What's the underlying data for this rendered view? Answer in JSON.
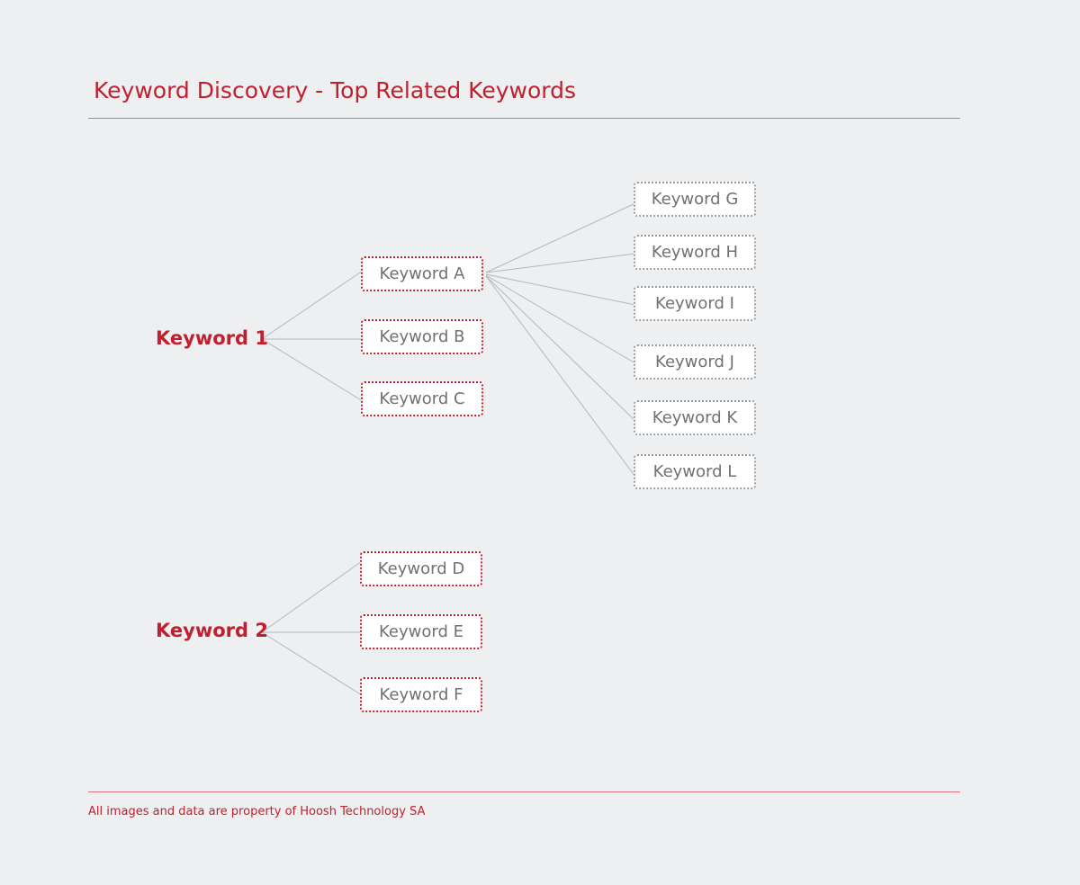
{
  "title": "Keyword Discovery - Top Related Keywords",
  "footer": "All images and data are property of Hoosh Technology SA",
  "colors": {
    "accent": "#c0202e",
    "background": "#eeeff1",
    "connector": "#b4b6b9",
    "box_text": "#6f7174"
  },
  "roots": [
    {
      "label": "Keyword 1",
      "children": [
        "Keyword A",
        "Keyword B",
        "Keyword C"
      ]
    },
    {
      "label": "Keyword 2",
      "children": [
        "Keyword D",
        "Keyword E",
        "Keyword F"
      ]
    }
  ],
  "expanded": {
    "parent": "Keyword A",
    "children": [
      "Keyword G",
      "Keyword H",
      "Keyword I",
      "Keyword J",
      "Keyword K",
      "Keyword L"
    ]
  }
}
